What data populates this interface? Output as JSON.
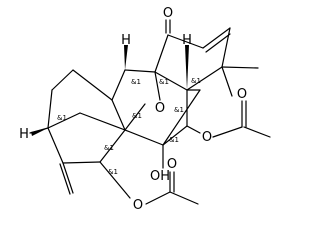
{
  "atoms": {
    "oxygen_top": "O",
    "oxygen_bridge": "O",
    "hydroxyl": "OH",
    "acetate_carbonyl_right": "O",
    "acetate_ester_right": "O",
    "acetate_carbonyl_bottom": "O",
    "acetate_ester_bottom": "O",
    "hydrogen_left": "H",
    "hydrogen_top_center": "H",
    "hydrogen_top_right": "H"
  },
  "stereo_label": "&1"
}
